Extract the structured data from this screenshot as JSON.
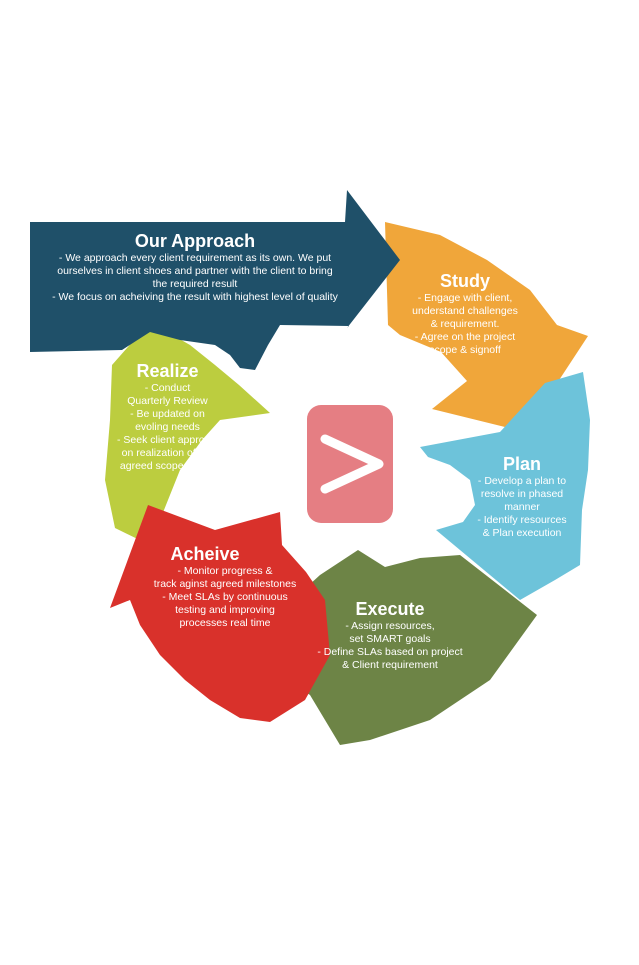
{
  "colors": {
    "approach": "#1f5069",
    "study": "#f0a63a",
    "plan": "#6dc3da",
    "execute": "#6d8446",
    "acheive": "#d9312b",
    "realize": "#bccd3f",
    "logo": "#e57e83",
    "text": "#ffffff"
  },
  "center_icon": "angle-bracket-icon",
  "stages": {
    "approach": {
      "title": "Our Approach",
      "lines": [
        "- We approach every client  requirement as its own. We put",
        "ourselves in client shoes and partner with the client to bring",
        "the required result",
        "- We focus on acheiving the result with highest level of quality"
      ]
    },
    "study": {
      "title": "Study",
      "lines": [
        "- Engage with client,",
        "understand challenges",
        "& requirement.",
        "- Agree on the project",
        "scope & signoff"
      ]
    },
    "plan": {
      "title": "Plan",
      "lines": [
        "- Develop a plan to",
        "resolve in phased",
        "manner",
        "- Identify resources",
        "& Plan execution"
      ]
    },
    "execute": {
      "title": "Execute",
      "lines": [
        "- Assign resources,",
        "set SMART goals",
        "- Define SLAs based on project",
        "& Client requirement"
      ]
    },
    "acheive": {
      "title": "Acheive",
      "lines": [
        "- Monitor progress &",
        "track aginst agreed milestones",
        "- Meet SLAs by continuous",
        "testing and improving",
        "processes real time"
      ]
    },
    "realize": {
      "title": "Realize",
      "lines": [
        "- Conduct",
        "Quarterly Review",
        "- Be updated on",
        "evoling needs",
        "- Seek client approval",
        "on realization of the",
        "agreed scope & ROI"
      ]
    }
  }
}
